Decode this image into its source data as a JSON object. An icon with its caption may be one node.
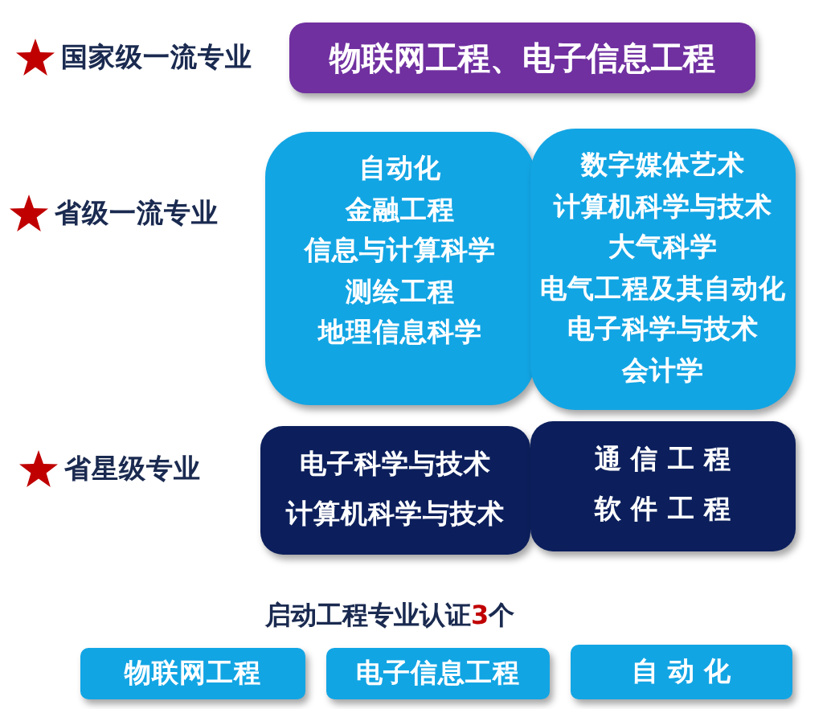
{
  "diagram": {
    "nodes": [
      {
        "text": [
          "物联网工程、电子信息工程"
        ]
      },
      {
        "text": [
          "自动化",
          "金融工程",
          "信息与计算科学",
          "测绘工程",
          "地理信息科学"
        ]
      },
      {
        "text": [
          "数字媒体艺术",
          "计算机科学与技术",
          "大气科学",
          "电气工程及其自动化",
          "电子科学与技术",
          "会计学"
        ]
      },
      {
        "text": [
          "电子科学与技术",
          "计算机科学与技术"
        ]
      },
      {
        "text": [
          "通 信 工 程",
          "软 件 工 程"
        ]
      },
      {
        "text": [
          "物联网工程"
        ]
      },
      {
        "text": [
          "电子信息工程"
        ]
      },
      {
        "text": [
          "自 动 化"
        ]
      }
    ],
    "labels": [
      "国家级一流专业",
      "省级一流专业",
      "省星级专业",
      "启动工程专业认证3个"
    ]
  }
}
